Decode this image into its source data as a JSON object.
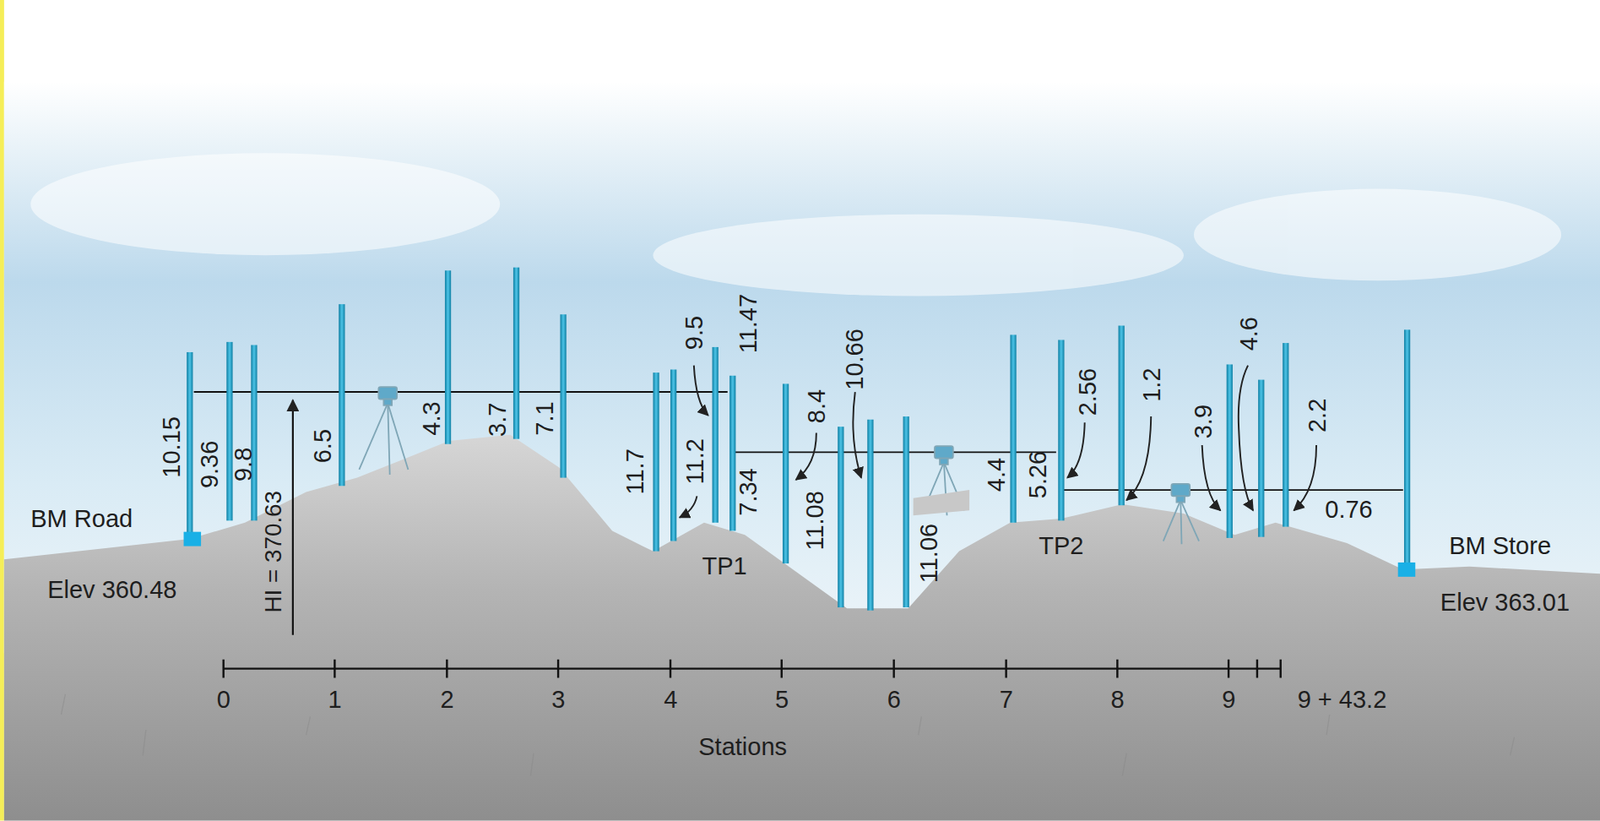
{
  "diagram": {
    "labels": [
      "BM Road",
      "Elev 360.48",
      "BM Store",
      "Elev 363.01",
      "HI = 370.63",
      "10.15",
      "9.36",
      "9.8",
      "6.5",
      "4.3",
      "3.7",
      "7.1",
      "11.7",
      "11.2",
      "9.5",
      "11.47",
      "7.34",
      "8.4",
      "11.08",
      "10.66",
      "11.06",
      "4.4",
      "5.26",
      "2.56",
      "1.2",
      "3.9",
      "4.6",
      "2.2",
      "0.76",
      "TP1",
      "TP2",
      "0",
      "1",
      "2",
      "3",
      "4",
      "5",
      "6",
      "7",
      "8",
      "9",
      "9 + 43.2",
      "Stations"
    ]
  }
}
